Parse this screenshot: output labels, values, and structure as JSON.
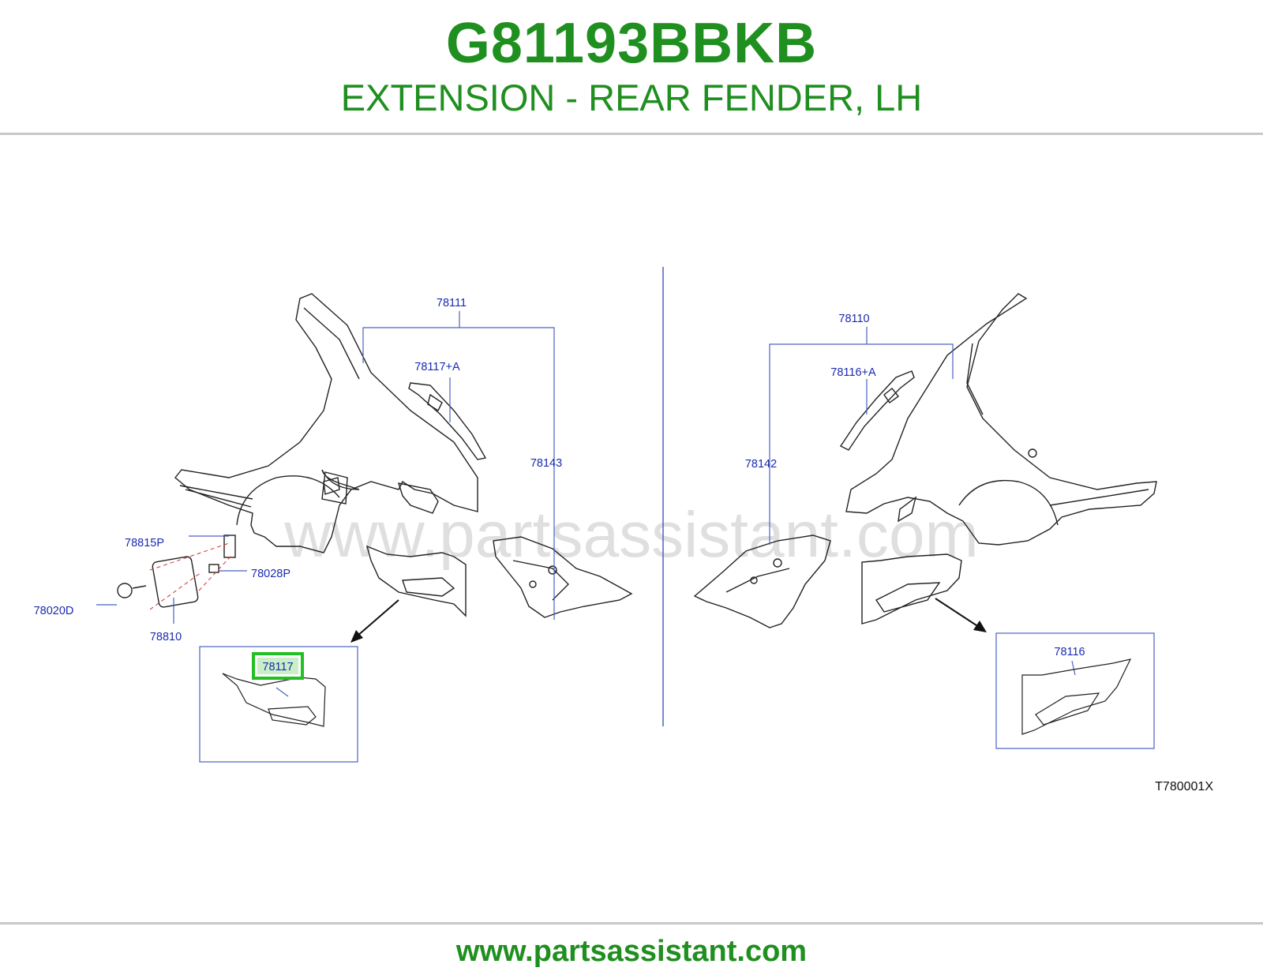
{
  "header": {
    "part_number": "G81193BBKB",
    "description": "EXTENSION - REAR FENDER, LH"
  },
  "diagram": {
    "watermark": "www.partsassistant.com",
    "reference_code": "T780001X",
    "callouts": {
      "c78111": "78111",
      "c78117A": "78117+A",
      "c78143": "78143",
      "c78815P": "78815P",
      "c78028P": "78028P",
      "c78020D": "78020D",
      "c78810": "78810",
      "c78117": "78117",
      "c78110": "78110",
      "c78116A": "78116+A",
      "c78142": "78142",
      "c78116": "78116"
    },
    "highlighted_callout": "78117",
    "colors": {
      "brand_green": "#1f8f1f",
      "callout_blue": "#1a2bb0",
      "leader_blue": "#4a62c4",
      "highlight_green": "#22c022",
      "dash_red": "#d03030"
    }
  },
  "footer": {
    "url": "www.partsassistant.com"
  }
}
